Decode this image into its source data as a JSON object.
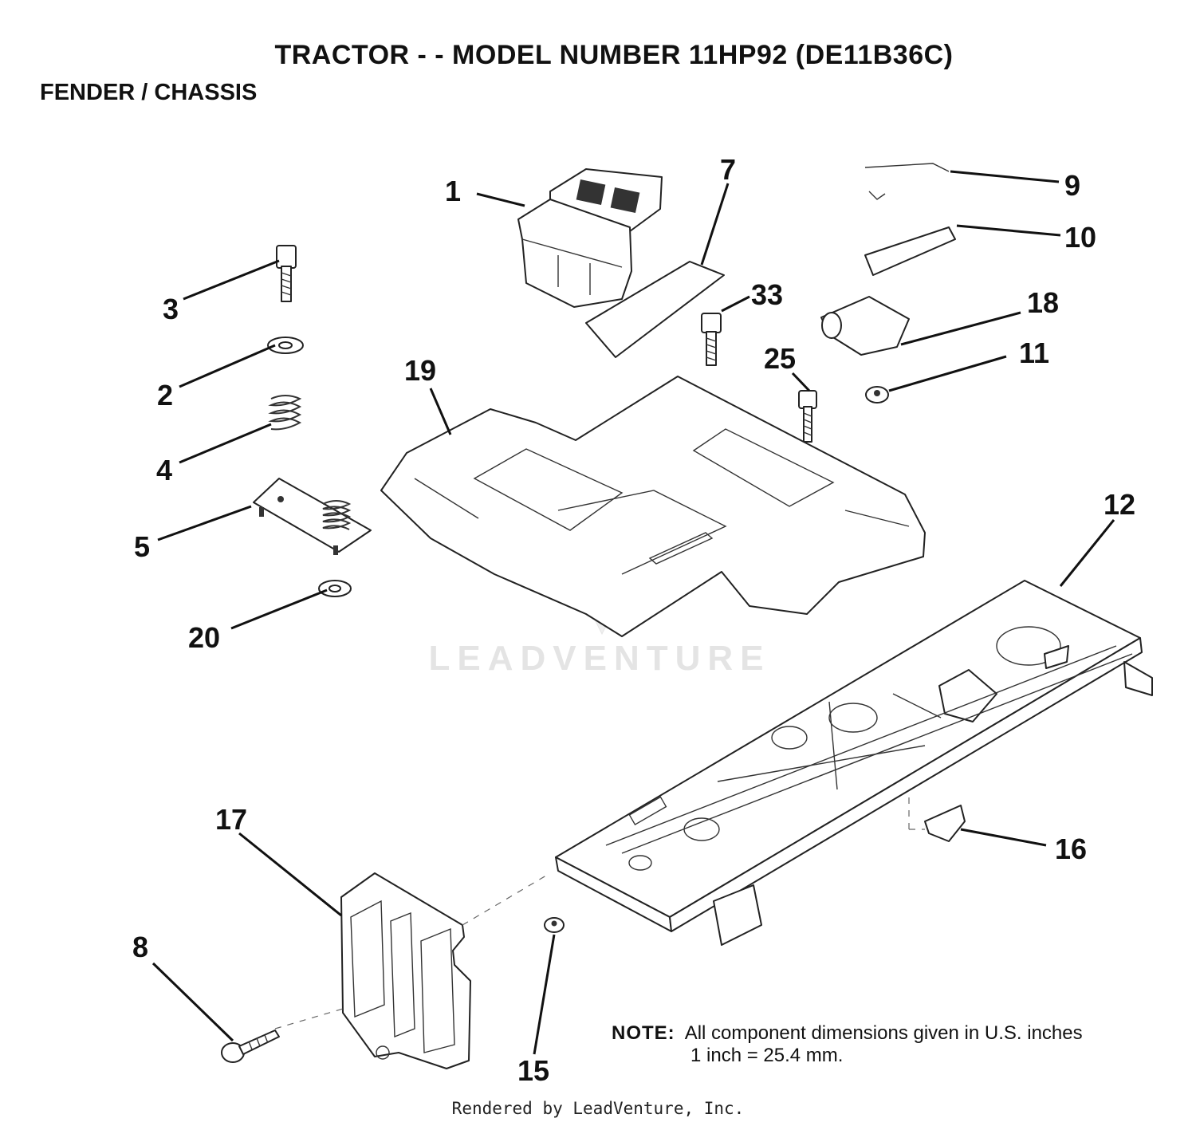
{
  "header": {
    "title": "TRACTOR - - MODEL NUMBER 11HP92   (DE11B36C)",
    "subtitle": "FENDER / CHASSIS"
  },
  "callouts": [
    "1",
    "7",
    "9",
    "10",
    "3",
    "33",
    "18",
    "2",
    "25",
    "11",
    "19",
    "4",
    "5",
    "12",
    "20",
    "16",
    "17",
    "8",
    "15"
  ],
  "watermark": "LEADVENTURE",
  "note": {
    "label": "NOTE:",
    "line1": "All component dimensions given in U.S. inches",
    "line2": "1 inch = 25.4 mm."
  },
  "footer": "Rendered by LeadVenture, Inc."
}
